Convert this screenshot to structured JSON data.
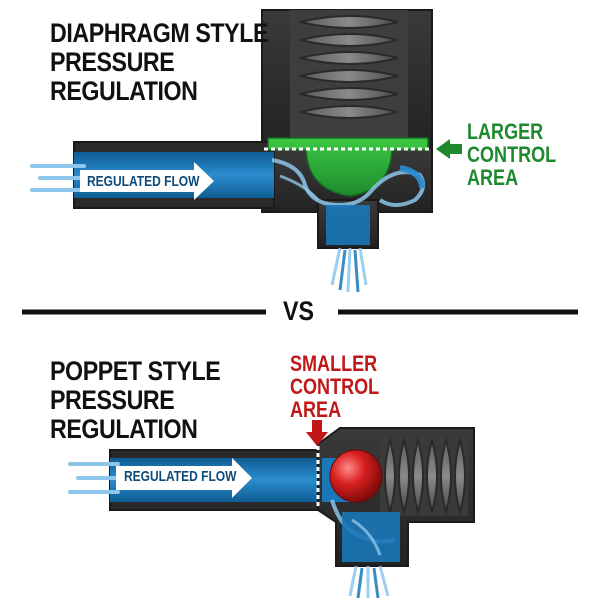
{
  "diagram": {
    "top": {
      "title_lines": [
        "DIAPHRAGM STYLE",
        "PRESSURE",
        "REGULATION"
      ],
      "flow_label": "REGULATED FLOW",
      "callout_lines": [
        "LARGER",
        "CONTROL",
        "AREA"
      ]
    },
    "separator": {
      "label": "VS"
    },
    "bottom": {
      "title_lines": [
        "POPPET STYLE",
        "PRESSURE",
        "REGULATION"
      ],
      "flow_label": "REGULATED FLOW",
      "callout_lines": [
        "SMALLER",
        "CONTROL",
        "AREA"
      ]
    }
  },
  "colors": {
    "body_dark": "#2c2c2c",
    "body_mid": "#4a4a4a",
    "flow_blue": "#1a78b8",
    "flow_light": "#8cc6ea",
    "diaphragm_green": "#27a331",
    "callout_green": "#1e8a2e",
    "callout_red": "#c01818",
    "poppet_red": "#d81f1f",
    "text_dark": "#111111"
  }
}
